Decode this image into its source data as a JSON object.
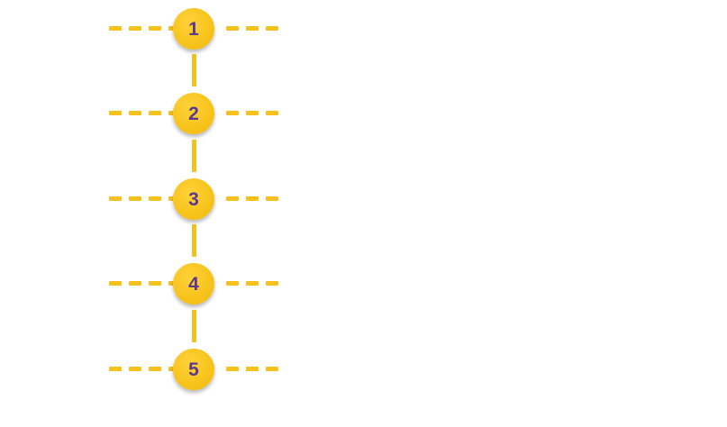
{
  "colors": {
    "accent": "#f5c11a",
    "number_text": "#5b3a8c",
    "background": "#ffffff"
  },
  "steps": [
    {
      "number": "1"
    },
    {
      "number": "2"
    },
    {
      "number": "3"
    },
    {
      "number": "4"
    },
    {
      "number": "5"
    }
  ]
}
